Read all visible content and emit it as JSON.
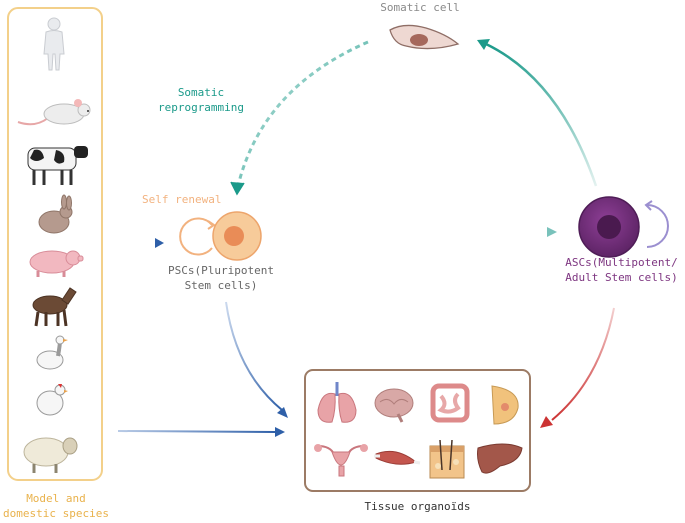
{
  "labels": {
    "somatic_cell": "Somatic cell",
    "somatic_reprogramming_line1": "Somatic",
    "somatic_reprogramming_line2": "reprogramming",
    "self_renewal": "Self renewal",
    "pscs_line1": "PSCs(Pluripotent",
    "pscs_line2": "Stem cells)",
    "ascs_line1": "ASCs(Multipotent/",
    "ascs_line2": "Adult Stem cells)",
    "tissue_organoids": "Tissue organoïds",
    "species_line1": "Model and",
    "species_line2": "domestic species"
  },
  "species": [
    "human",
    "mouse",
    "cow",
    "rabbit",
    "pig",
    "horse",
    "goose",
    "chicken",
    "sheep"
  ],
  "organoids": [
    "lung",
    "brain",
    "intestine",
    "breast",
    "uterus",
    "muscle",
    "skin",
    "liver"
  ],
  "colors": {
    "species_frame": "#F3D08A",
    "species_text": "#E9B24C",
    "self_renewal": "#F2B27F",
    "psc_text": "#666666",
    "teal": "#1B9A8A",
    "blue": "#2E5FA8",
    "red": "#CC3333",
    "purple": "#6B2C73",
    "purple_text": "#7D3580",
    "lavender": "#9B8FD0",
    "tissue_frame": "#9C7B65"
  }
}
